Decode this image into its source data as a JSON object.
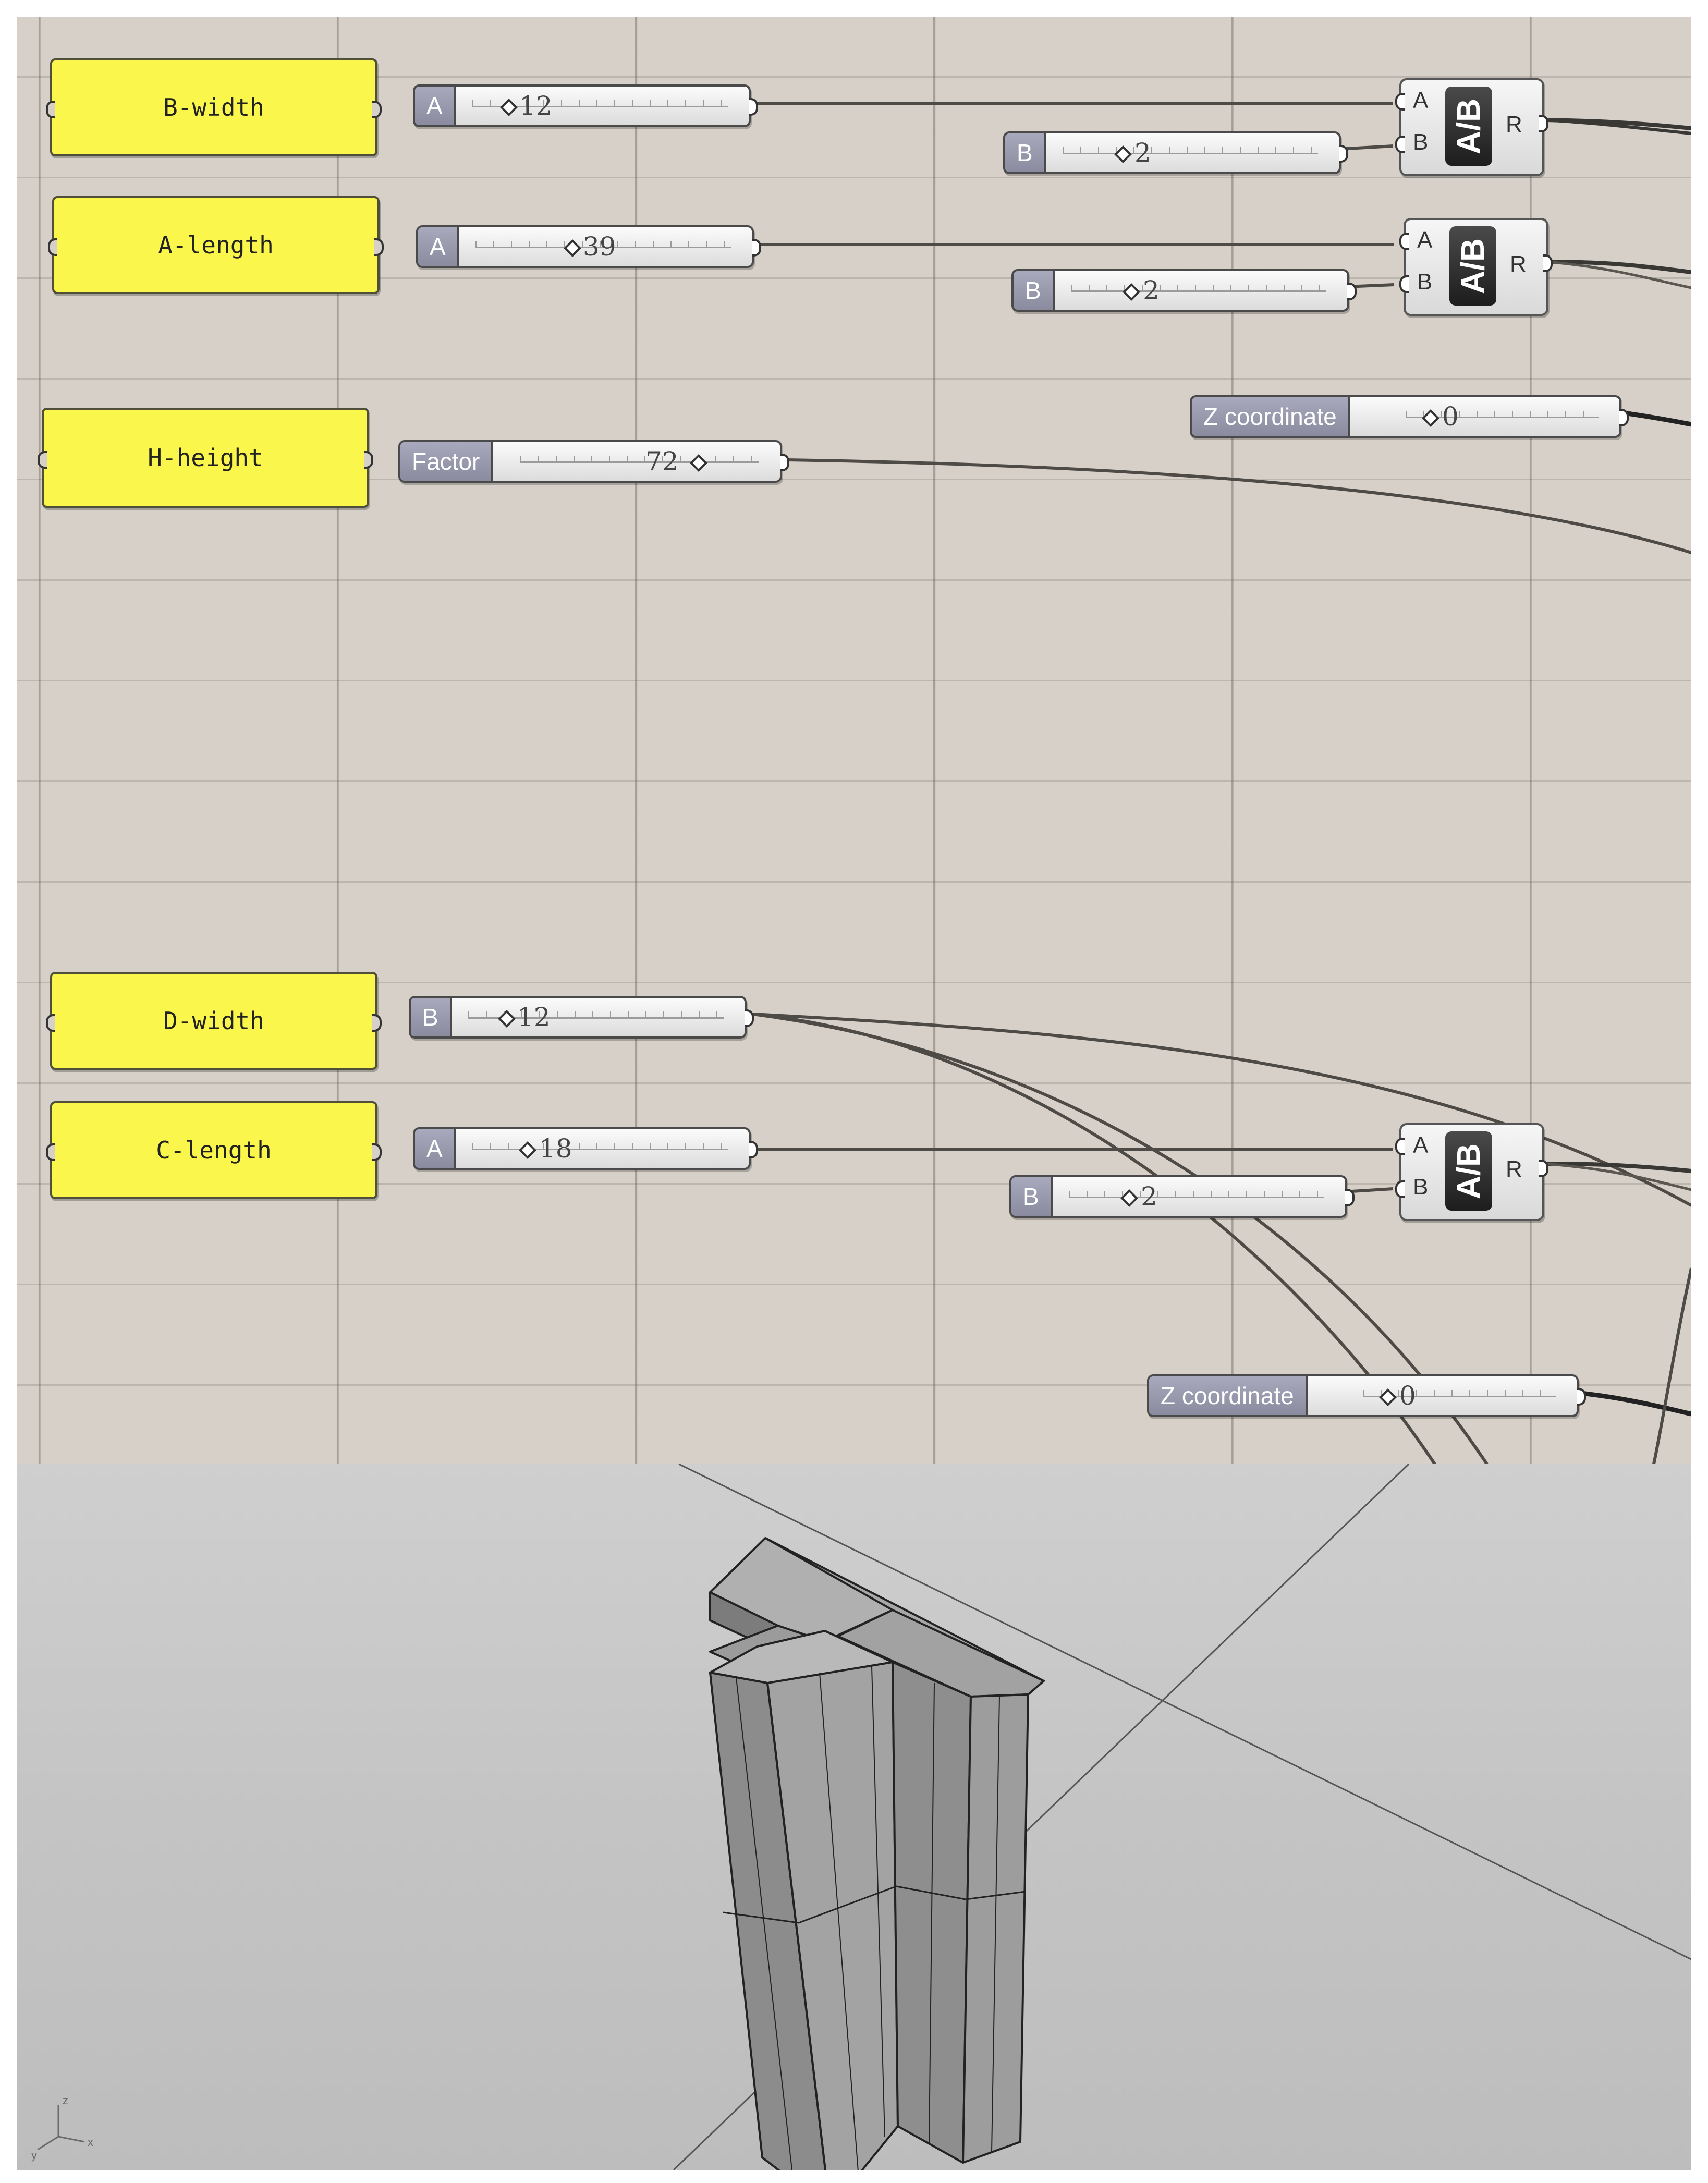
{
  "panels": {
    "b_width": "B-width",
    "a_length": "A-length",
    "h_height": "H-height",
    "d_width": "D-width",
    "c_length": "C-length"
  },
  "sliders": {
    "b_width": {
      "label": "A",
      "value": "12"
    },
    "b_width_div": {
      "label": "B",
      "value": "2"
    },
    "a_length": {
      "label": "A",
      "value": "39"
    },
    "a_length_div": {
      "label": "B",
      "value": "2"
    },
    "z_coord_1": {
      "label": "Z coordinate",
      "value": "0"
    },
    "h_height": {
      "label": "Factor",
      "value": "72"
    },
    "d_width": {
      "label": "B",
      "value": "12"
    },
    "c_length": {
      "label": "A",
      "value": "18"
    },
    "c_length_div": {
      "label": "B",
      "value": "2"
    },
    "z_coord_2": {
      "label": "Z coordinate",
      "value": "0"
    }
  },
  "components": {
    "input_a": "A",
    "input_b": "B",
    "operation": "A/B",
    "output": "R"
  },
  "viewport": {
    "axis_labels": [
      "z",
      "y",
      "x"
    ]
  }
}
